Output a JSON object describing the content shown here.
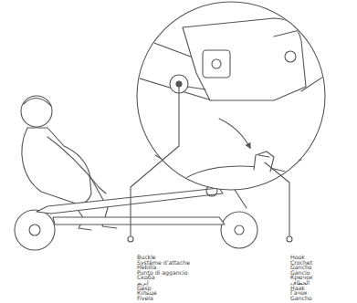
{
  "diagram": {
    "labels": [
      "Buckle",
      "Système d'attache",
      "Hebilla",
      "Punto di aggancio",
      "Скоба",
      "إبزيم",
      "Gesp",
      "Кільце",
      "Fivela",
      "Hook",
      "Crochet",
      "Gancho",
      "Gancio",
      "Крючок",
      "الخطاف",
      "Haak",
      "Гачок",
      "Gancho"
    ]
  }
}
